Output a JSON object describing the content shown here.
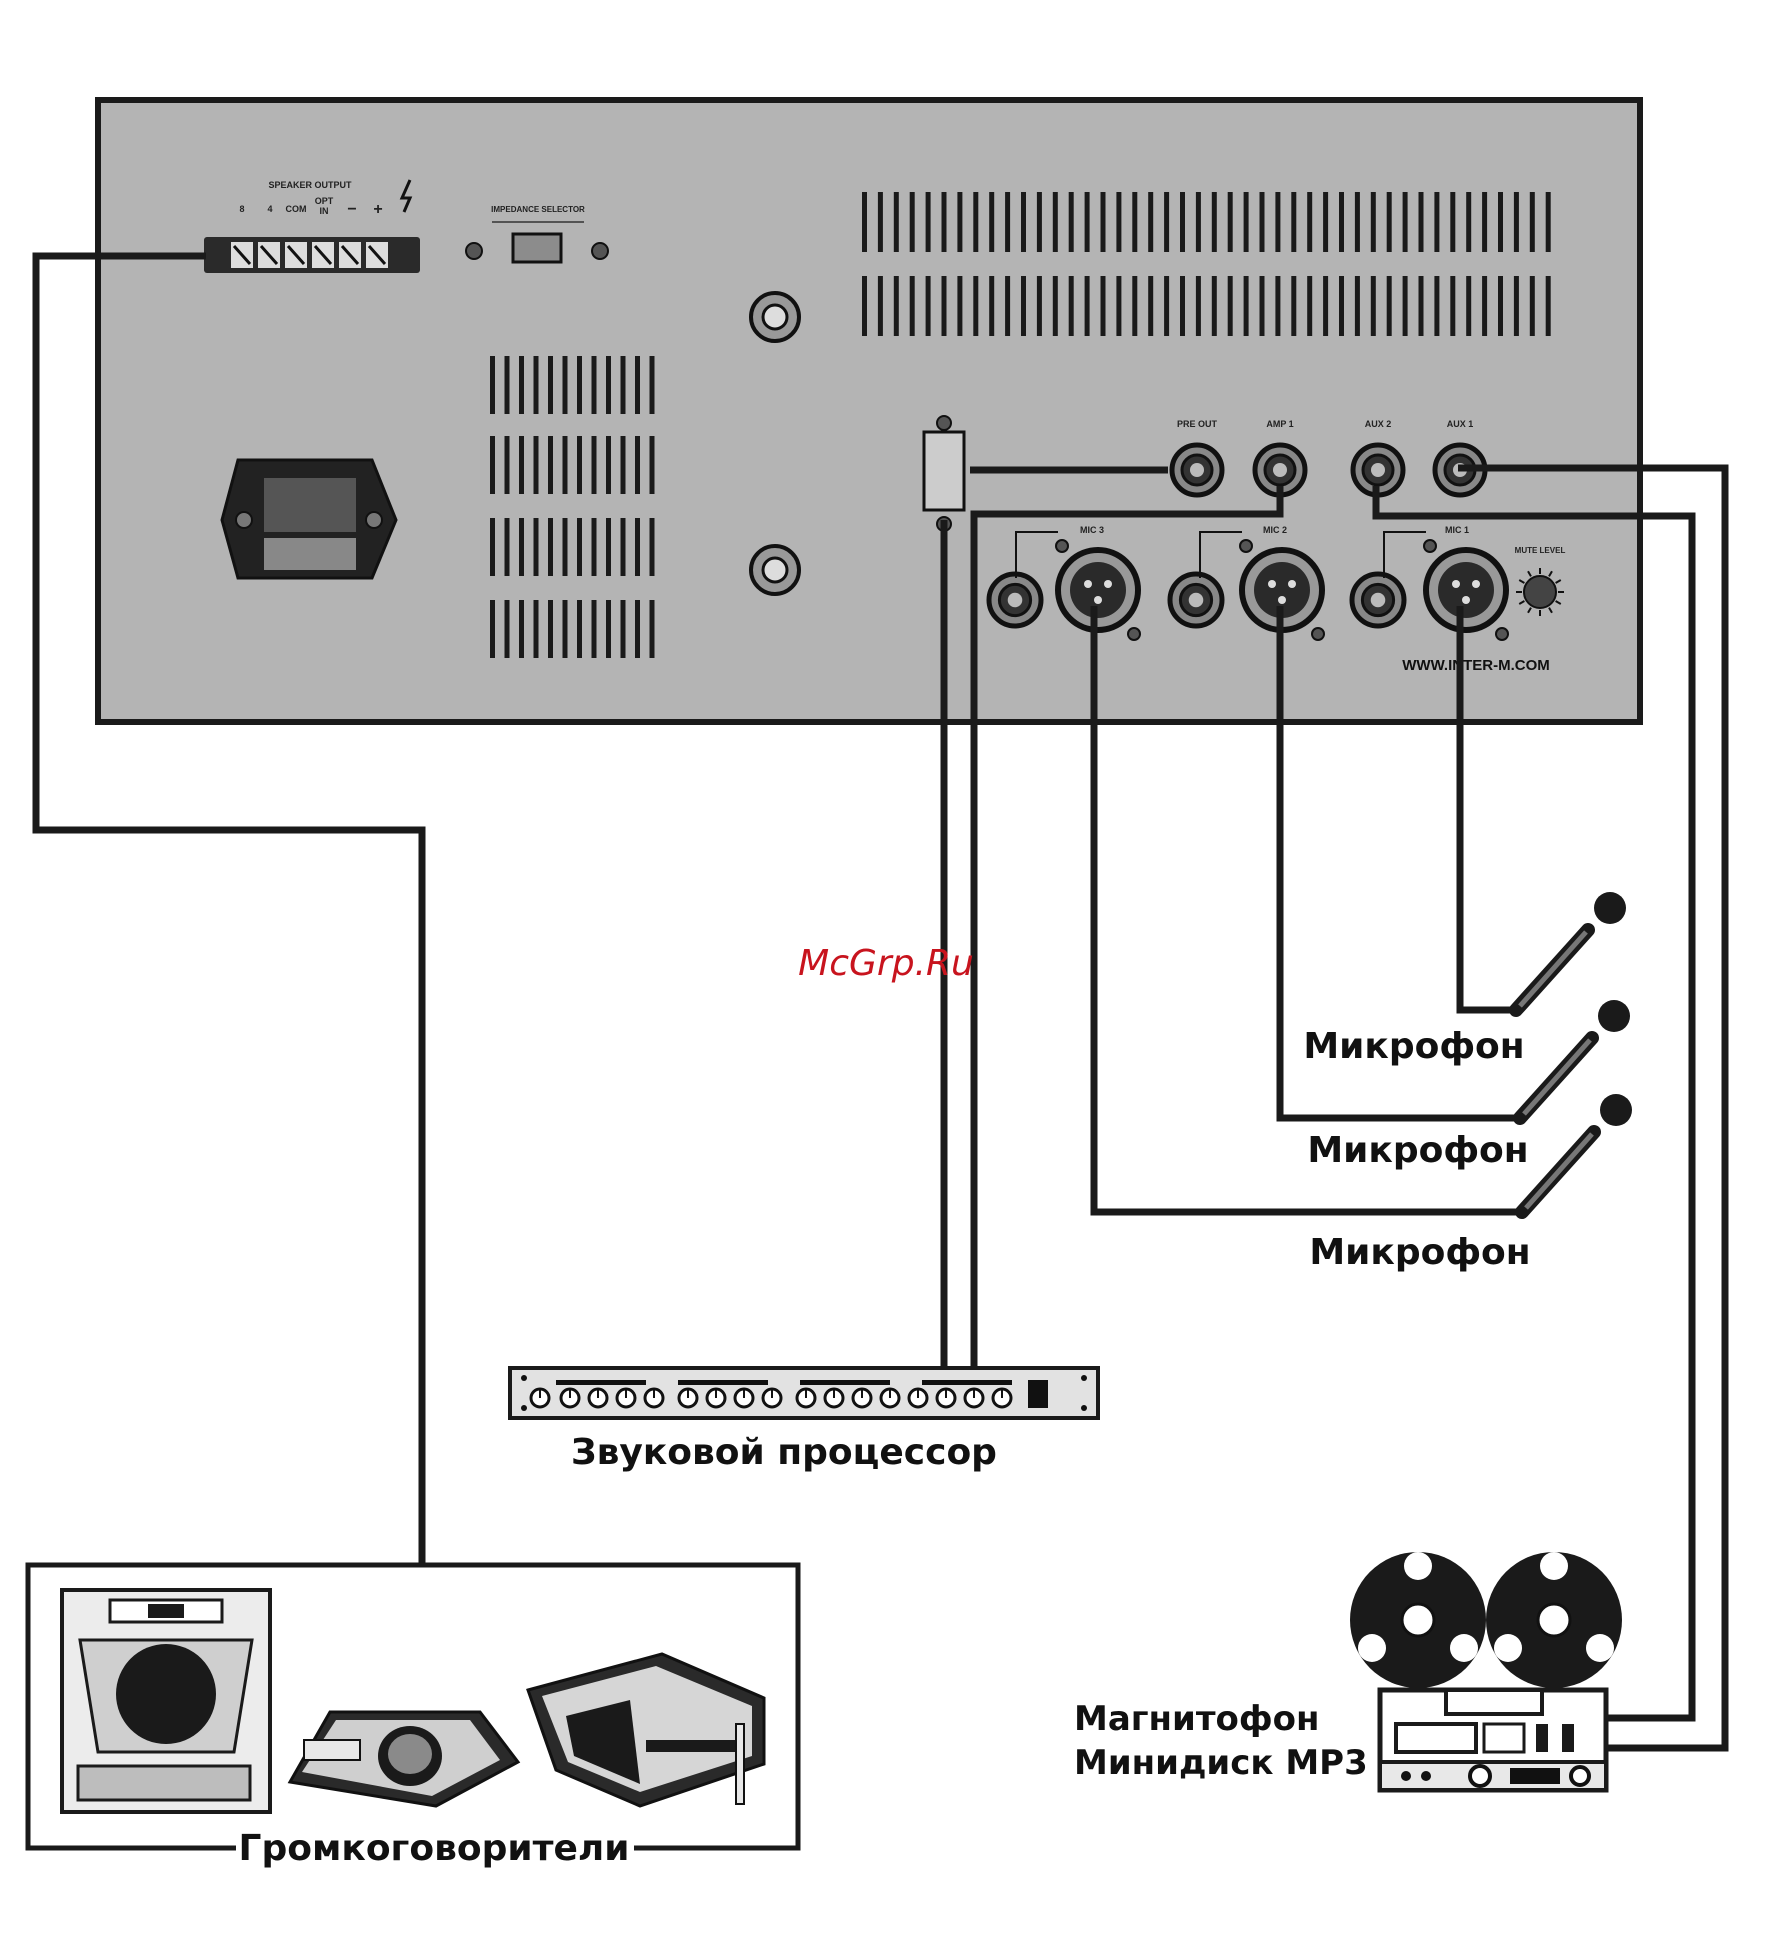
{
  "panel": {
    "speaker_output_label": "SPEAKER OUTPUT",
    "terminal_labels": [
      "8",
      "4",
      "COM",
      "OPT",
      "IN",
      "−",
      "+"
    ],
    "impedance_selector_label": "IMPEDANCE SELECTOR",
    "pre_out_label": "PRE OUT",
    "amp1_label": "AMP 1",
    "aux2_label": "AUX 2",
    "aux1_label": "AUX 1",
    "mic3_label": "MIC 3",
    "mic2_label": "MIC 2",
    "mic1_label": "MIC 1",
    "mute_level_label": "MUTE LEVEL",
    "website": "WWW.INTER-M.COM"
  },
  "labels": {
    "microphone_1": "Микрофон",
    "microphone_2": "Микрофон",
    "microphone_3": "Микрофон",
    "processor": "Звуковой процессор",
    "tape_line1": "Магнитофон",
    "tape_line2": "Минидиск МР3",
    "speakers": "Громкоговорители"
  },
  "watermark": "McGrp.Ru",
  "colors": {
    "panel_fill": "#b4b4b4",
    "panel_stroke": "#1a1a1a",
    "cable": "#1a1a1a",
    "watermark": "#c8141e"
  }
}
